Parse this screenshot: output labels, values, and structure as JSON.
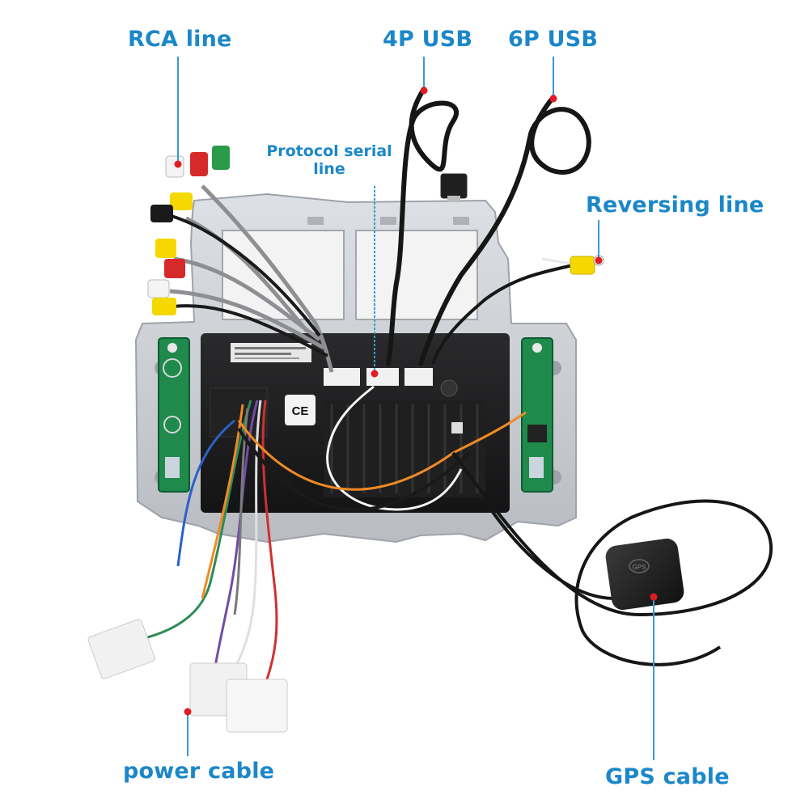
{
  "labels": {
    "rca_line": "RCA line",
    "usb_4p": "4P USB",
    "usb_6p": "6P USB",
    "protocol_serial_line_1": "Protocol serial",
    "protocol_serial_line_2": "line",
    "reversing_line": "Reversing line",
    "power_cable": "power cable",
    "gps_cable": "GPS cable"
  },
  "icons": {
    "ce_mark": "CE",
    "gps_module_text": "GPS"
  },
  "colors": {
    "label_blue": "#1b87c9",
    "leader_blue": "#3a98d6",
    "marker_red": "#e01c24",
    "frame_silver": "#c9ccd1",
    "unit_black": "#1c1c1e"
  }
}
